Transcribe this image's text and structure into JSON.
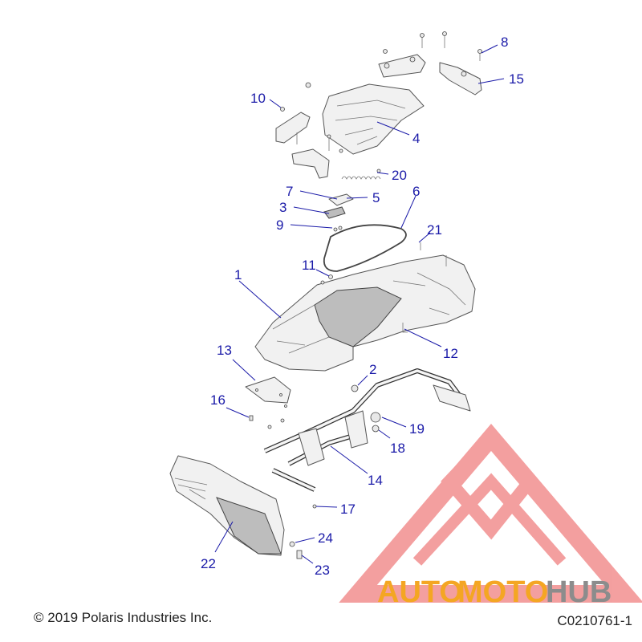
{
  "callouts": [
    "1",
    "2",
    "3",
    "4",
    "5",
    "6",
    "7",
    "8",
    "9",
    "10",
    "11",
    "12",
    "13",
    "14",
    "15",
    "16",
    "17",
    "18",
    "19",
    "20",
    "21",
    "22",
    "23",
    "24"
  ],
  "footer": {
    "copyright": "© 2019 Polaris Industries Inc.",
    "figure_id": "C0210761-1"
  },
  "watermark": {
    "text_a": "AUTO",
    "text_b": "MOTO",
    "text_c": "HUB",
    "color_red": "#e8393b",
    "color_orange": "#f4a623",
    "color_gray": "#8c8c8c"
  },
  "colors": {
    "callout": "#1a1aa8"
  }
}
